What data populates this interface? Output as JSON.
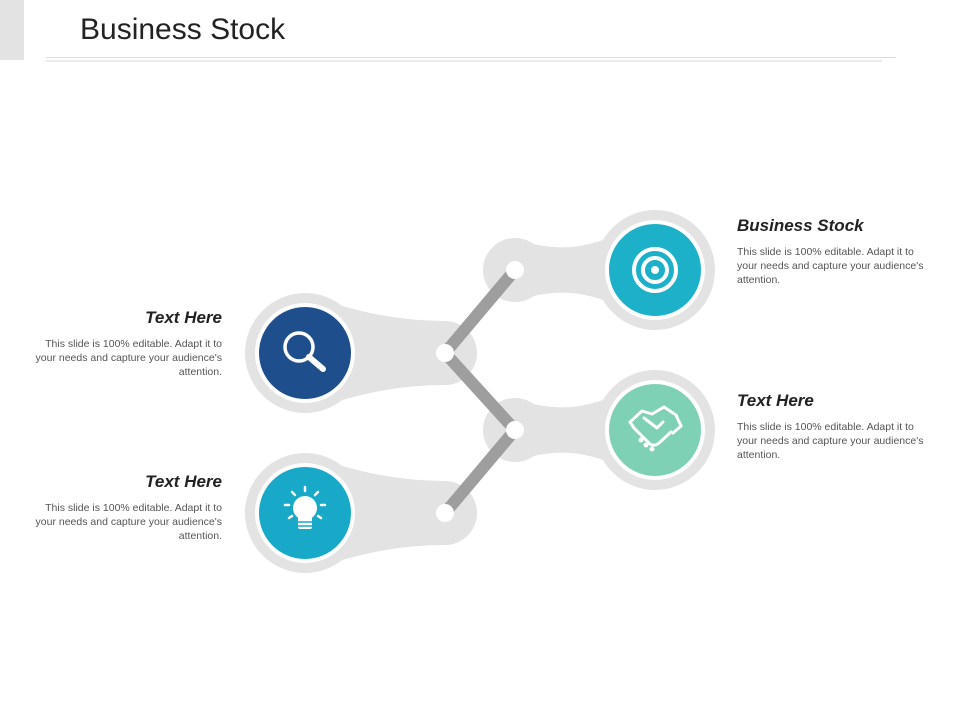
{
  "slide": {
    "title": "Business Stock"
  },
  "items": [
    {
      "heading": "Business Stock",
      "body": "This slide is 100% editable. Adapt it to your needs and capture your audience's attention.",
      "icon": "target-icon",
      "color": "#1cb0c9"
    },
    {
      "heading": "Text Here",
      "body": "This slide is 100% editable. Adapt it to your needs and capture your audience's attention.",
      "icon": "magnifier-icon",
      "color": "#1f4e8c"
    },
    {
      "heading": "Text Here",
      "body": "This slide is 100% editable. Adapt it to your needs and capture your audience's attention.",
      "icon": "handshake-icon",
      "color": "#7fd1b5"
    },
    {
      "heading": "Text Here",
      "body": "This slide is 100% editable. Adapt it to your needs and capture your audience's attention.",
      "icon": "lightbulb-icon",
      "color": "#17a9c7"
    }
  ],
  "colors": {
    "connector_gray": "#9e9e9e",
    "node_gray": "#e3e3e3"
  }
}
